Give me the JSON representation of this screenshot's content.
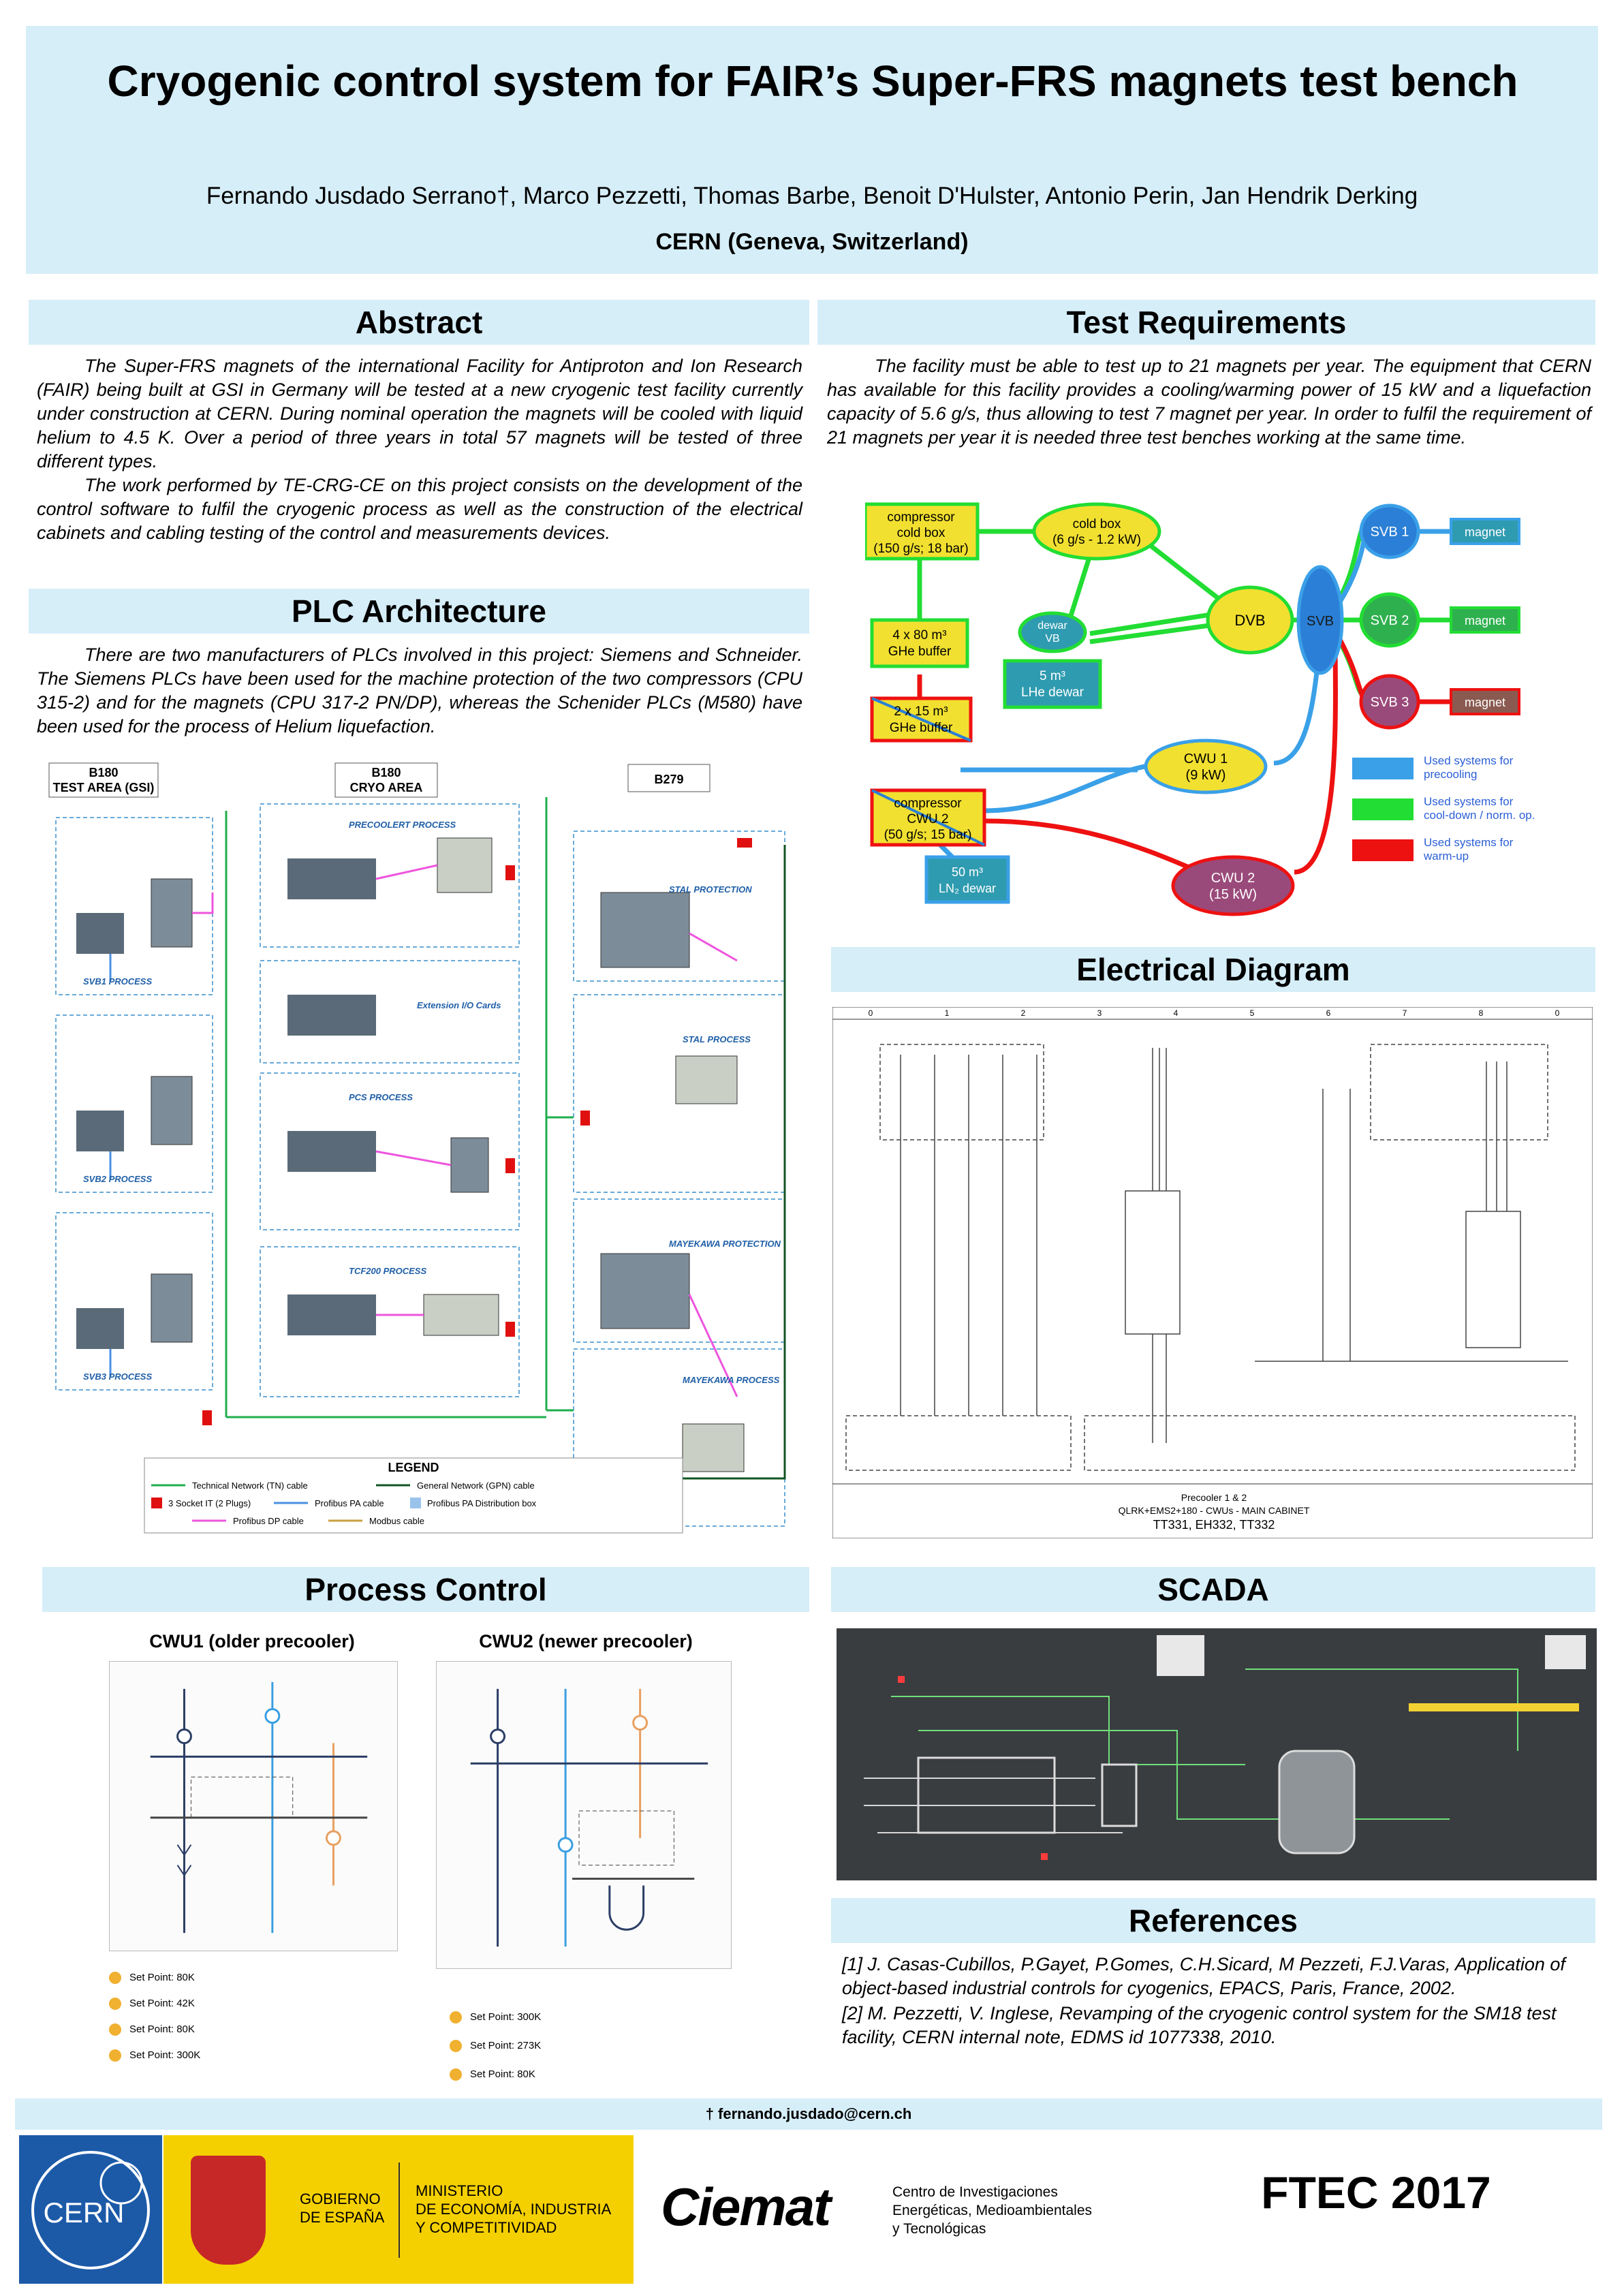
{
  "header": {
    "title": "Cryogenic control system for FAIR’s Super-FRS magnets test bench",
    "authors": "Fernando Jusdado Serrano†, Marco Pezzetti, Thomas Barbe, Benoit D'Hulster, Antonio Perin, Jan Hendrik Derking",
    "affiliation": "CERN (Geneva, Switzerland)"
  },
  "abstract": {
    "title": "Abstract",
    "p1": "The Super-FRS magnets of the international Facility for Antiproton and Ion Research (FAIR) being built at GSI in Germany will be tested at a new cryogenic test facility currently under construction at CERN. During nominal operation the magnets will be cooled with liquid helium to 4.5 K. Over a period of three years in total 57 magnets will be tested of three different types.",
    "p2": "The work performed by TE-CRG-CE on this project consists on the development of the control software to fulfil the cryogenic process as well as the construction of the electrical cabinets and cabling testing of the control and measurements devices."
  },
  "test_requirements": {
    "title": "Test Requirements",
    "p1": "The facility must be able to test up to 21 magnets per year. The equipment that CERN has available for this facility provides a cooling/warming power of 15 kW and a liquefaction capacity of 5.6 g/s, thus allowing to test 7 magnet per year. In order to fulfil the requirement of 21 magnets per year it is needed three test benches working at the same time.",
    "diagram": {
      "compressor1": [
        "compressor",
        "cold box",
        "(150 g/s; 18 bar)"
      ],
      "coldbox": [
        "cold box",
        "(6 g/s - 1.2 kW)"
      ],
      "buffer1": [
        "4 x 80 m³",
        "GHe buffer"
      ],
      "dewar_vb": [
        "dewar",
        "VB"
      ],
      "lhe_dewar": [
        "5 m³",
        "LHe dewar"
      ],
      "dvb": "DVB",
      "svb": "SVB",
      "svb1": "SVB 1",
      "svb2": "SVB 2",
      "svb3": "SVB 3",
      "magnet": "magnet",
      "buffer2": [
        "2 x 15 m³",
        "GHe buffer"
      ],
      "compressor2": [
        "compressor",
        "CWU 2",
        "(50 g/s; 15 bar)"
      ],
      "ln2_dewar": [
        "50 m³",
        "LN₂ dewar"
      ],
      "cwu1": [
        "CWU 1",
        "(9 kW)"
      ],
      "cwu2": [
        "CWU 2",
        "(15 kW)"
      ],
      "legend": [
        {
          "label": "Used systems for precooling",
          "color": "#3aa0e8"
        },
        {
          "label": "Used systems for cool-down / norm. op.",
          "color": "#22dd33"
        },
        {
          "label": "Used systems for warm-up",
          "color": "#ee1111"
        }
      ]
    }
  },
  "plc": {
    "title": "PLC Architecture",
    "p1": "There are two manufacturers of PLCs involved in this project: Siemens and Schneider. The Siemens PLCs have been used for the machine protection of the two compressors (CPU 315-2) and for the magnets (CPU 317-2 PN/DP), whereas the Schenider PLCs (M580) have been used for the process of Helium liquefaction.",
    "areas": [
      "B180\nTEST AREA (GSI)",
      "B180\nCRYO AREA",
      "B279"
    ],
    "left_cabinets": [
      "SVB1 PROCESS",
      "SVB2 PROCESS",
      "SVB3 PROCESS"
    ],
    "middle_cabinets": [
      "PRECOOLERT PROCESS",
      "Extension I/O Cards",
      "PCS PROCESS",
      "TCF200 PROCESS"
    ],
    "right_cabinets": [
      "STAL PROTECTION",
      "STAL PROCESS",
      "MAYEKAWA PROTECTION",
      "MAYEKAWA PROCESS"
    ],
    "legend_title": "LEGEND",
    "legend": [
      {
        "label": "Technical Network (TN) cable",
        "color": "#1fae4c"
      },
      {
        "label": "General Network (GPN) cable",
        "color": "#115522"
      },
      {
        "label": "3 Socket IT (2 Plugs)",
        "color": "#e01010"
      },
      {
        "label": "Profibus PA cable",
        "color": "#4a90e2"
      },
      {
        "label": "Profibus PA Distribution box",
        "color": "#9ac3ec"
      },
      {
        "label": "Profibus DP cable",
        "color": "#ee55dd"
      },
      {
        "label": "Modbus cable",
        "color": "#c8a040"
      }
    ]
  },
  "electrical": {
    "title": "Electrical Diagram",
    "cols": [
      "0",
      "1",
      "2",
      "3",
      "4",
      "5",
      "6",
      "7",
      "8",
      "0"
    ],
    "tb_title": "Precooler 1 & 2",
    "tb_sub": "QLRK+EMS2+180 - CWUs - MAIN CABINET",
    "tb_ids": "TT331, EH332, TT332"
  },
  "process": {
    "title": "Process Control",
    "cwu1_title": "CWU1 (older precooler)",
    "cwu2_title": "CWU2 (newer precooler)",
    "cwu1_notes": [
      "Set Point: 80K",
      "Set Point: 42K",
      "Set Point: 80K",
      "Set Point: 300K"
    ],
    "cwu2_notes": [
      "Set Point: 300K",
      "Set Point: 273K",
      "Set Point: 80K"
    ]
  },
  "scada": {
    "title": "SCADA"
  },
  "references": {
    "title": "References",
    "r1": "[1] J. Casas-Cubillos, P.Gayet, P.Gomes, C.H.Sicard, M Pezzeti, F.J.Varas, Application of object-based industrial controls for cyogenics, EPACS, Paris, France, 2002.",
    "r2": "[2] M. Pezzetti, V. Inglese, Revamping of the cryogenic control system for the SM18 test facility, CERN internal note, EDMS id 1077338, 2010."
  },
  "footer": {
    "email": "† fernando.jusdado@cern.ch",
    "cern": "CERN",
    "gobierno": [
      "GOBIERNO",
      "DE ESPAÑA"
    ],
    "ministerio": [
      "MINISTERIO",
      "DE ECONOMÍA, INDUSTRIA",
      "Y COMPETITIVIDAD"
    ],
    "ciemat": "Ciemat",
    "ciemat_sub": [
      "Centro de Investigaciones",
      "Energéticas, Medioambientales",
      "y Tecnológicas"
    ],
    "conf": "FTEC 2017"
  },
  "colors": {
    "band": "#d6eef8",
    "precool": "#3aa0e8",
    "cooldown": "#22dd33",
    "warmup": "#ee1111",
    "yellow_box": "#f2e030",
    "teal_box": "#2f9bb0",
    "blue_ell": "#2b7fd6",
    "red_ell": "#9a4a7a",
    "green_ell": "#2fb04f"
  }
}
